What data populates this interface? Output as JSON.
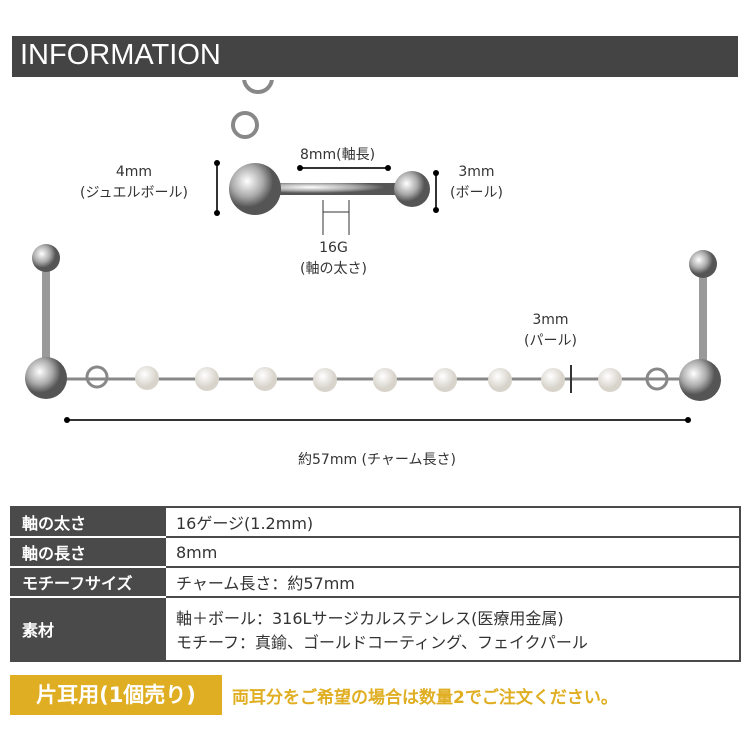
{
  "header": {
    "title": "INFORMATION"
  },
  "diagram": {
    "jewel_ball": [
      "4mm",
      "(ジュエルボール)"
    ],
    "shaft_length": "8mm(軸長)",
    "ball": [
      "3mm",
      "(ボール)"
    ],
    "gauge": [
      "16G",
      "(軸の太さ)"
    ],
    "pearl": [
      "3mm",
      "(パール)"
    ],
    "charm_length": "約57mm (チャーム長さ)"
  },
  "specs": [
    {
      "label": "軸の太さ",
      "value": [
        "16ゲージ(1.2mm)"
      ]
    },
    {
      "label": "軸の長さ",
      "value": [
        "8mm"
      ]
    },
    {
      "label": "モチーフサイズ",
      "value": [
        "チャーム長さ：約57mm"
      ]
    },
    {
      "label": "素材",
      "value": [
        "軸＋ボール：316Lサージカルステンレス(医療用金属)",
        "モチーフ：真鍮、ゴールドコーティング、フェイクパール"
      ]
    }
  ],
  "footer": {
    "badge": "片耳用(1個売り)",
    "note": "両耳分をご希望の場合は数量2でご注文ください。"
  },
  "colors": {
    "accent": "#e0ae22",
    "dark": "#4a4a4a"
  }
}
